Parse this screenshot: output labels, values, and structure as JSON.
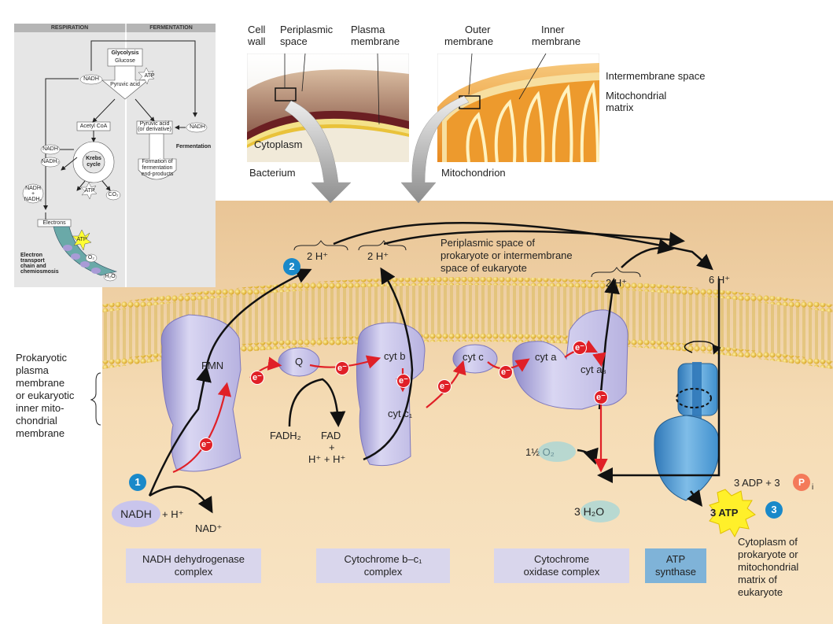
{
  "inset": {
    "header_left": "RESPIRATION",
    "header_right": "FERMENTATION",
    "glycolysis": "Glycolysis",
    "glucose": "Glucose",
    "nadh_1": "NADH",
    "atp_1": "ATP",
    "pyruvic_acid": "Pyruvic acid",
    "acetyl_coa": "Acetyl CoA",
    "pyruvic_deriv_1": "Pyruvic acid",
    "pyruvic_deriv_2": "(or derivative)",
    "nadh_right": "NADH",
    "fermentation": "Fermentation",
    "nadh_2": "NADH",
    "nadh2_2": "NADH₂",
    "krebs_1": "Krebs",
    "krebs_2": "cycle",
    "formation_1": "Formation of",
    "formation_2": "fermentation",
    "formation_3": "end-products",
    "nadh_3a": "NADH",
    "nadh_3b": "+",
    "nadh_3c": "NADH₂",
    "atp_2": "ATP",
    "co2": "CO₂",
    "electrons": "Electrons",
    "atp_3": "ATP",
    "etc_1": "Electron",
    "etc_2": "transport",
    "etc_3": "chain and",
    "etc_4": "chemiosmosis",
    "o2": "O₂",
    "h2o": "H₂O"
  },
  "bacterium": {
    "cell_wall_1": "Cell",
    "cell_wall_2": "wall",
    "periplasmic_1": "Periplasmic",
    "periplasmic_2": "space",
    "plasma_1": "Plasma",
    "plasma_2": "membrane",
    "cytoplasm": "Cytoplasm",
    "caption": "Bacterium"
  },
  "mitochondrion": {
    "outer_1": "Outer",
    "outer_2": "membrane",
    "inner_1": "Inner",
    "inner_2": "membrane",
    "intermembrane": "Intermembrane space",
    "matrix_1": "Mitochondrial",
    "matrix_2": "matrix",
    "caption": "Mitochondrion"
  },
  "main": {
    "periplasmic_note_1": "Periplasmic space of",
    "periplasmic_note_2": "prokaryote or intermembrane",
    "periplasmic_note_3": "space of eukaryote",
    "h_2a": "2 H⁺",
    "h_2b": "2 H⁺",
    "h_2c": "2 H⁺",
    "h_6": "6 H⁺",
    "step1": "1",
    "step2": "2",
    "step3": "3",
    "membrane_label_1": "Prokaryotic",
    "membrane_label_2": "plasma",
    "membrane_label_3": "membrane",
    "membrane_label_4": "or eukaryotic",
    "membrane_label_5": "inner mito-",
    "membrane_label_6": "chondrial",
    "membrane_label_7": "membrane",
    "fmn": "FMN",
    "q": "Q",
    "cyt_b": "cyt b",
    "cyt_c1": "cyt c₁",
    "cyt_c": "cyt c",
    "cyt_a": "cyt a",
    "cyt_a3": "cyt a₃",
    "electron": "e⁻",
    "fadh2": "FADH₂",
    "fad_1": "FAD",
    "fad_2": "+",
    "fad_3": "H⁺ + H⁺",
    "o2": "1½  O₂",
    "h2o": "3  H₂O",
    "nadh": "NADH",
    "plus_h": "+ H⁺",
    "nad": "NAD⁺",
    "adp": "3 ADP + 3",
    "pi": "P",
    "pi_sub": "i",
    "atp3": "3 ATP",
    "cyto_note_1": "Cytoplasm of",
    "cyto_note_2": "prokaryote or",
    "cyto_note_3": "mitochondrial",
    "cyto_note_4": "matrix of",
    "cyto_note_5": "eukaryote"
  },
  "complexes": {
    "nadh_dh_1": "NADH dehydrogenase",
    "nadh_dh_2": "complex",
    "cyt_bc1_1": "Cytochrome b–c₁",
    "cyt_bc1_2": "complex",
    "cyt_ox_1": "Cytochrome",
    "cyt_ox_2": "oxidase complex",
    "atp_syn_1": "ATP",
    "atp_syn_2": "synthase"
  },
  "colors": {
    "panel_bg": "#f3d9b0",
    "membrane_head": "#e9b53a",
    "protein": "#d2cfee",
    "protein_dark": "#8f8ac9",
    "electron": "#e02027",
    "atp_synthase": "#3f8fcd",
    "step_circle": "#1a89c9"
  }
}
